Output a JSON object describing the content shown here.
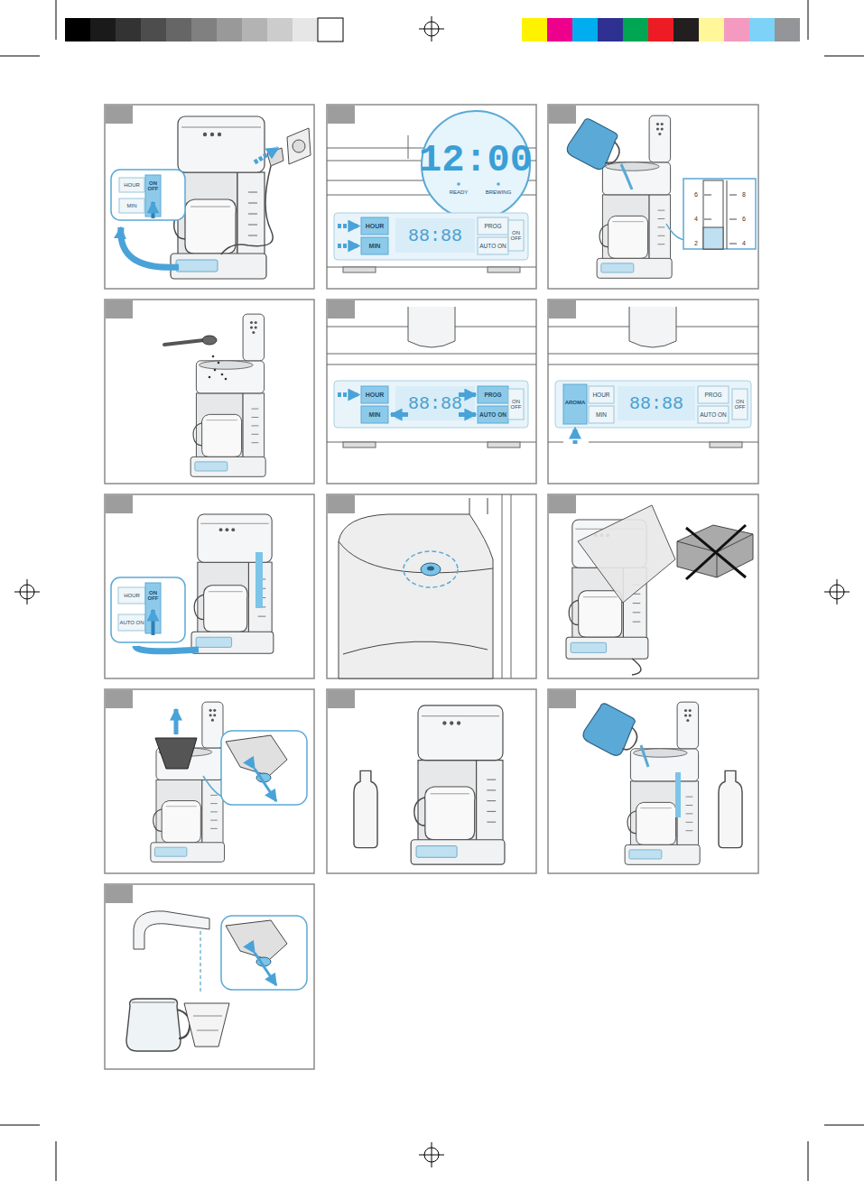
{
  "diagram": {
    "labels": [
      "HOUR",
      "MIN",
      "ON OFF",
      "12:00",
      "READY",
      "BREWING",
      "HOUR",
      "MIN",
      "88:88",
      "PROG",
      "AUTO ON",
      "ON OFF",
      "6",
      "4",
      "2",
      "8",
      "6",
      "4",
      "HOUR",
      "MIN",
      "88:88",
      "PROG",
      "AUTO ON",
      "ON OFF",
      "AROMA",
      "HOUR",
      "MIN",
      "88:88",
      "PROG",
      "AUTO ON",
      "ON OFF",
      "HOUR",
      "AUTO ON",
      "ON OFF"
    ]
  }
}
